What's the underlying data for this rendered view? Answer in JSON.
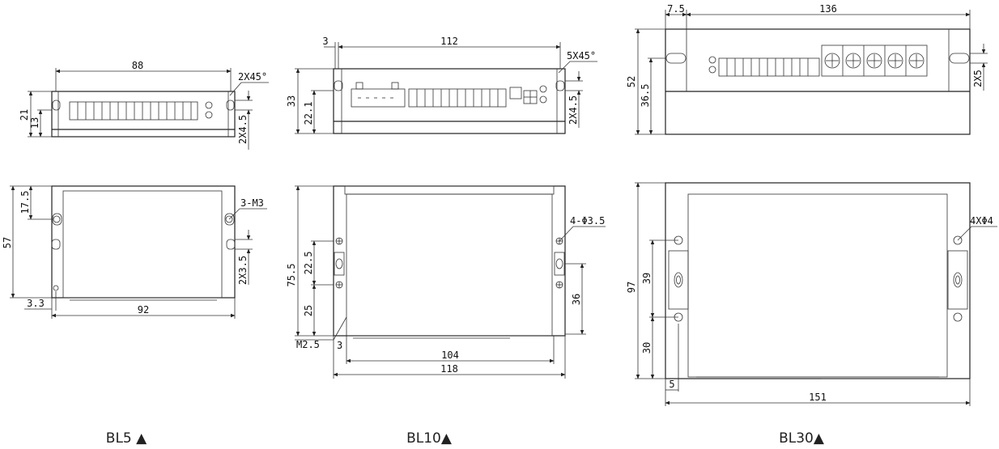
{
  "drawings": {
    "bl5": {
      "caption": "BL5 ▲",
      "front": {
        "width": "88",
        "chamfer": "2X45°",
        "height": "21",
        "hole_h": "13",
        "slot": "2X4.5"
      },
      "top": {
        "depth": "57",
        "offset": "17.5",
        "thread": "3-M3",
        "slot": "2X3.5",
        "edge": "3.3",
        "length": "92"
      }
    },
    "bl10": {
      "caption": "BL10▲",
      "front": {
        "edge": "3",
        "width": "112",
        "chamfer": "5X45°",
        "height": "33",
        "hole_h": "22.1",
        "slot": "2X4.5"
      },
      "top": {
        "depth": "75.5",
        "pitch_a": "22.5",
        "pitch_b": "25",
        "thread": "M2.5",
        "edge": "3",
        "hole": "4-Φ3.5",
        "span": "36",
        "inner": "104",
        "length": "118"
      }
    },
    "bl30": {
      "caption": "BL30▲",
      "front": {
        "edge": "7.5",
        "width": "136",
        "height": "52",
        "hole_h": "36.5",
        "slot": "2X5"
      },
      "top": {
        "depth": "97",
        "pitch_a": "39",
        "pitch_b": "30",
        "hole": "4XΦ4",
        "edge": "5",
        "length": "151"
      }
    }
  }
}
